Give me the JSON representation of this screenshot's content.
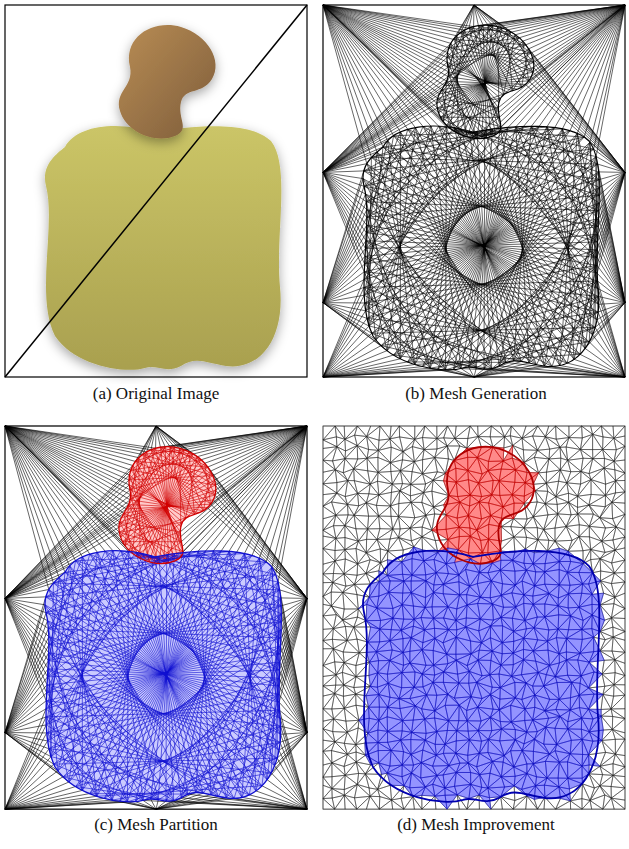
{
  "diagram": {
    "labels": [
      "(a) Original Image",
      "(b) Mesh Generation",
      "(c) Mesh Partition",
      "(d) Mesh Improvement"
    ]
  }
}
